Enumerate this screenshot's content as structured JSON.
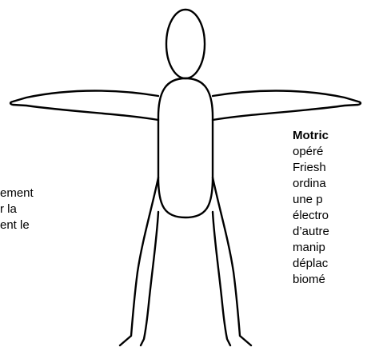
{
  "left_text": {
    "lines": [
      "ement",
      "r    la",
      "ent le"
    ]
  },
  "right_text": {
    "heading": "Motric",
    "lines": [
      "opéré",
      "Friesh",
      "ordina",
      "une   p",
      "électro",
      "d’autre",
      "manip",
      "déplac",
      "biomé"
    ]
  },
  "colors": {
    "stroke": "#000000",
    "background": "#ffffff"
  }
}
